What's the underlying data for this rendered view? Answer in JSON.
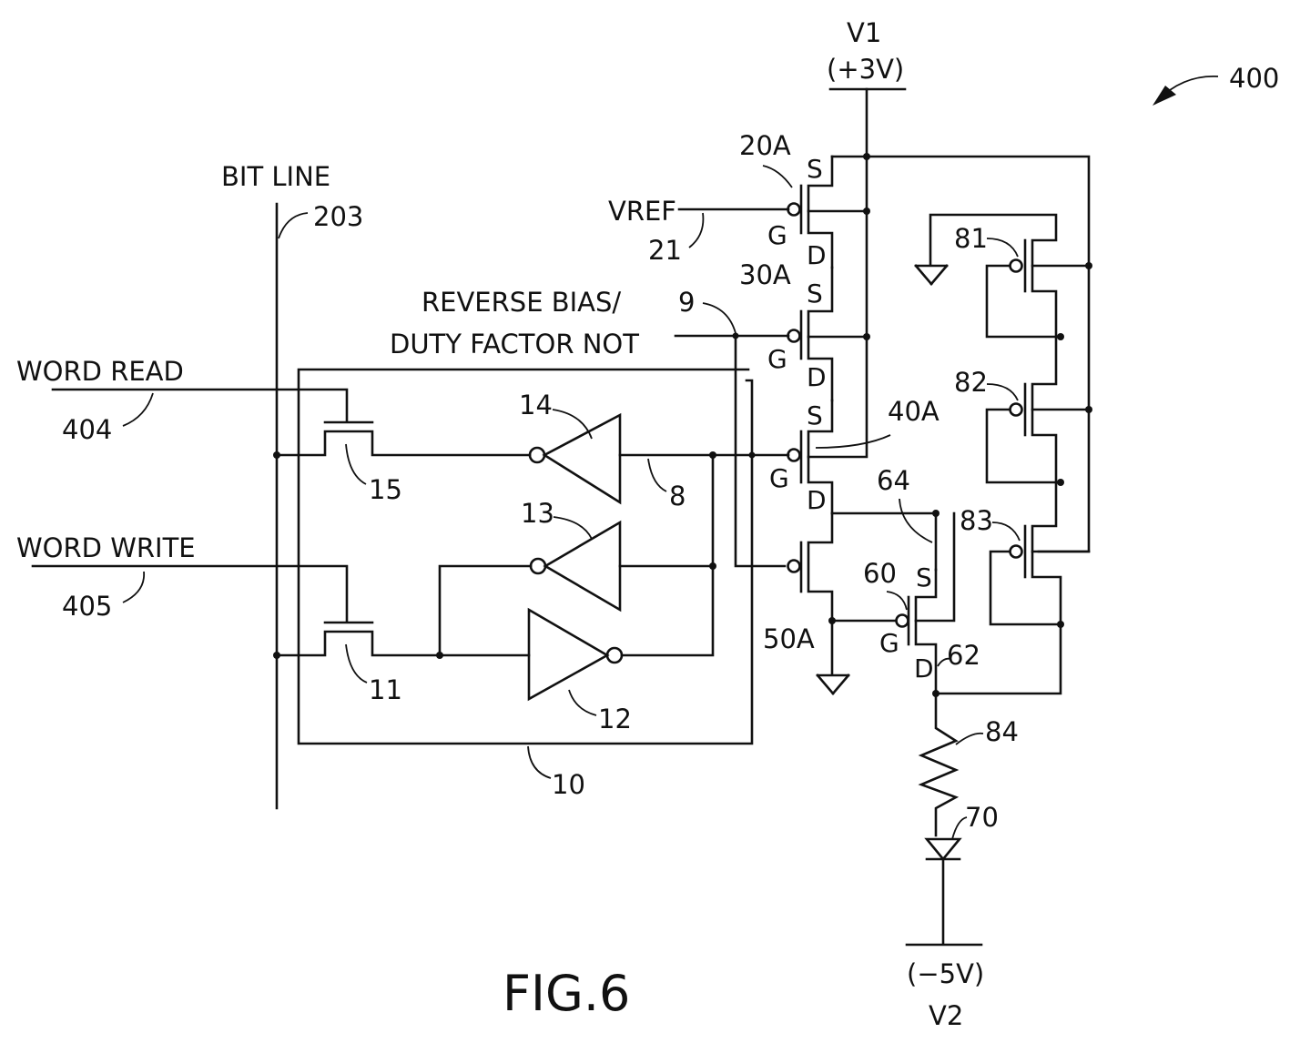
{
  "figure": {
    "title": "FIG.6",
    "ref": "400"
  },
  "supplies": {
    "v1_name": "V1",
    "v1_value": "(+3V)",
    "v2_name": "V2",
    "v2_value": "(−5V)"
  },
  "signals": {
    "bit_line": "BIT LINE",
    "bit_line_ref": "203",
    "word_read": "WORD READ",
    "word_read_ref": "404",
    "word_write": "WORD WRITE",
    "word_write_ref": "405",
    "vref": "VREF",
    "vref_ref": "21",
    "reverse_bias_1": "REVERSE BIAS/",
    "reverse_bias_2": "DUTY FACTOR NOT",
    "reverse_bias_ref": "9",
    "node_8": "8"
  },
  "components": {
    "t20a": "20A",
    "t30a": "30A",
    "t40a": "40A",
    "t50a": "50A",
    "t60": "60",
    "n62": "62",
    "n64": "64",
    "t81": "81",
    "t82": "82",
    "t83": "83",
    "r84": "84",
    "d70": "70",
    "inv12": "12",
    "inv13": "13",
    "inv14": "14",
    "t11": "11",
    "t15": "15",
    "cell10": "10"
  },
  "terminals": {
    "source": "S",
    "gate": "G",
    "drain": "D"
  }
}
